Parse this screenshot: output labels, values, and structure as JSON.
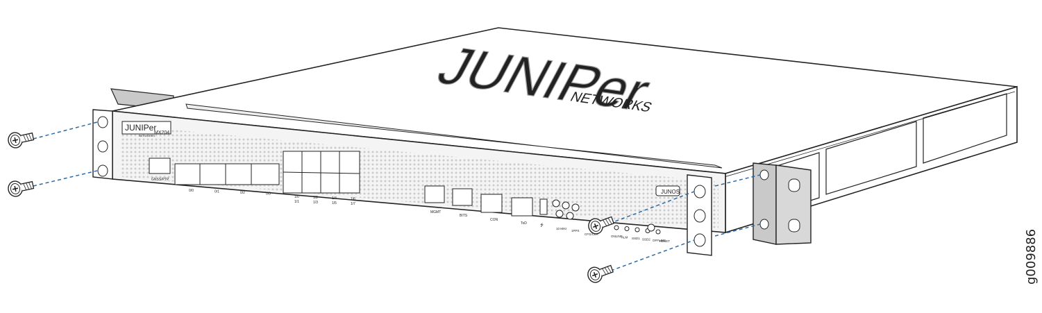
{
  "figure": {
    "id": "g009886"
  },
  "device": {
    "brand": "JUNIPer",
    "brand_sub": "NETWORKS",
    "model": "MX204",
    "os_badge": "JUNOS",
    "watermark": "JUNIPer",
    "watermark_sub": "NETWORKS"
  },
  "ports": {
    "gnss": "GNSS/PTP",
    "sfp_groups": [
      "0/0",
      "0/1",
      "0/2",
      "0/3"
    ],
    "sfp_top": [
      "1/0",
      "1/2",
      "1/4",
      "1/6"
    ],
    "sfp_bottom": [
      "1/1",
      "1/3",
      "1/5",
      "1/7"
    ],
    "mgmt": "MGMT",
    "bits": "BITS",
    "con": "CON",
    "tod": "ToD",
    "clk_10mhz": "10 MHz",
    "clk_1pps": "1PPS"
  },
  "leds": [
    "ONLINE",
    "ALM",
    "SSD1",
    "SSD2",
    "OFFLINE"
  ],
  "controls": {
    "reset": "RESET",
    "cfg_clr": "CFG/CLR"
  },
  "colors": {
    "outline": "#222222",
    "bracket": "#c9c9c9",
    "dashed_line": "#2b6aa6",
    "panel": "#f4f4f4"
  }
}
